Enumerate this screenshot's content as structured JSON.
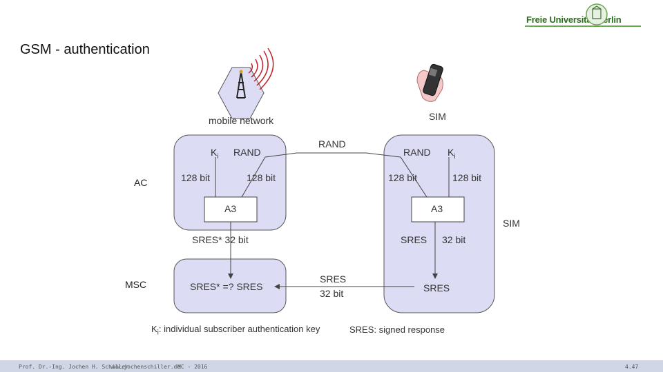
{
  "slide": {
    "title": "GSM - authentication",
    "university_logo": "Freie Universität Berlin",
    "page_number": "4.47"
  },
  "footer": {
    "author": "Prof. Dr.-Ing. Jochen H. Schiller",
    "website": "www.jochenschiller.de",
    "course": "MC - 2016"
  },
  "diagram": {
    "mobile_network_label": "mobile network",
    "sim_top_label": "SIM",
    "sim_side_label": "SIM",
    "ac_label": "AC",
    "msc_label": "MSC",
    "ac_ki": "K",
    "ki_subscript": "i",
    "ac_rand": "RAND",
    "ac_128bit_left": "128 bit",
    "ac_128bit_right": "128 bit",
    "ac_a3": "A3",
    "transfer_rand": "RAND",
    "sim_rand": "RAND",
    "sim_ki": "K",
    "sim_128bit_left": "128 bit",
    "sim_128bit_right": "128 bit",
    "sim_a3": "A3",
    "sres_star_32": "SRES* 32 bit",
    "sim_sres": "SRES",
    "sim_32bit": "32 bit",
    "msc_compare": "SRES* =? SRES",
    "transfer_sres": "SRES",
    "transfer_32bit": "32 bit",
    "sim_sres_bottom": "SRES",
    "legend_ki_prefix": "K",
    "legend_ki": ": individual subscriber authentication key",
    "legend_sres": "SRES: signed response"
  },
  "icons": {
    "tower": "radio-tower-icon",
    "phone": "mobile-phone-icon",
    "logo": "university-seal-icon"
  },
  "colors": {
    "box_fill": "#dcdcf4",
    "box_stroke": "#555555",
    "radio_waves": "#c0202a",
    "footer_bar": "#cfd6e6"
  }
}
